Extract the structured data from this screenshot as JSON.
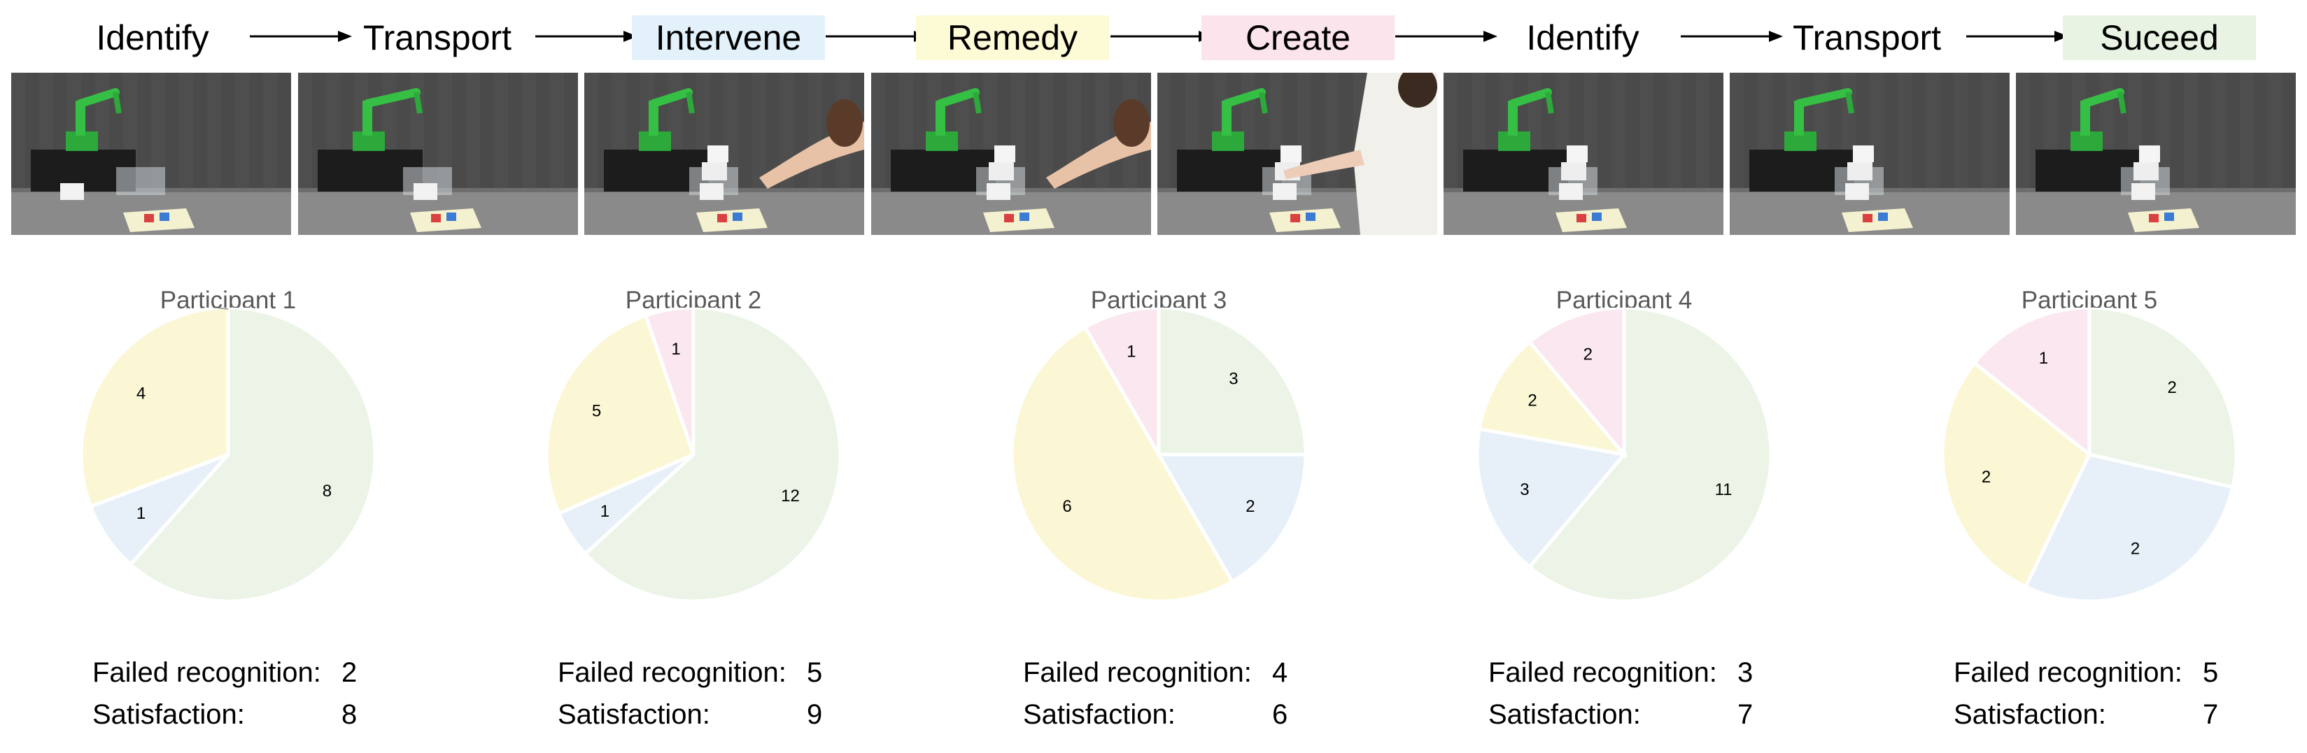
{
  "steps": [
    {
      "label": "Identify",
      "highlight": ""
    },
    {
      "label": "Transport",
      "highlight": ""
    },
    {
      "label": "Intervene",
      "highlight": "#e3f1fb"
    },
    {
      "label": "Remedy",
      "highlight": "#fdfad6"
    },
    {
      "label": "Create",
      "highlight": "#fbe4ec"
    },
    {
      "label": "Identify",
      "highlight": ""
    },
    {
      "label": "Transport",
      "highlight": ""
    },
    {
      "label": "Suceed",
      "highlight": "#e8f3e3"
    }
  ],
  "frames": [
    {
      "scene": "robot-arm-idle-with-block"
    },
    {
      "scene": "robot-arm-gripping-block"
    },
    {
      "scene": "child-hand-intervening"
    },
    {
      "scene": "child-hand-remedying"
    },
    {
      "scene": "adult-creating-structure"
    },
    {
      "scene": "robot-arm-identifying"
    },
    {
      "scene": "robot-arm-transporting"
    },
    {
      "scene": "robot-arm-placing-block"
    }
  ],
  "colors": {
    "success": "#ebf4e6",
    "intervene": "#e7f0f8",
    "remedy": "#fbf7d5",
    "create": "#fbe7ef",
    "title": "#595959"
  },
  "chart_data": [
    {
      "type": "pie",
      "title": "Participant 1",
      "slices": [
        {
          "category": "success",
          "value": 8
        },
        {
          "category": "intervene",
          "value": 1
        },
        {
          "category": "remedy",
          "value": 4
        },
        {
          "category": "create",
          "value": 0
        }
      ],
      "stats": {
        "failed_label": "Failed recognition:",
        "failed_value": "2",
        "satisfaction_label": "Satisfaction:",
        "satisfaction_value": "8"
      }
    },
    {
      "type": "pie",
      "title": "Participant 2",
      "slices": [
        {
          "category": "success",
          "value": 12
        },
        {
          "category": "intervene",
          "value": 1
        },
        {
          "category": "remedy",
          "value": 5
        },
        {
          "category": "create",
          "value": 1
        }
      ],
      "stats": {
        "failed_label": "Failed recognition:",
        "failed_value": "5",
        "satisfaction_label": "Satisfaction:",
        "satisfaction_value": "9"
      }
    },
    {
      "type": "pie",
      "title": "Participant 3",
      "slices": [
        {
          "category": "success",
          "value": 3
        },
        {
          "category": "intervene",
          "value": 2
        },
        {
          "category": "remedy",
          "value": 6
        },
        {
          "category": "create",
          "value": 1
        }
      ],
      "stats": {
        "failed_label": "Failed recognition:",
        "failed_value": "4",
        "satisfaction_label": "Satisfaction:",
        "satisfaction_value": "6"
      }
    },
    {
      "type": "pie",
      "title": "Participant 4",
      "slices": [
        {
          "category": "success",
          "value": 11
        },
        {
          "category": "intervene",
          "value": 3
        },
        {
          "category": "remedy",
          "value": 2
        },
        {
          "category": "create",
          "value": 2
        }
      ],
      "stats": {
        "failed_label": "Failed recognition:",
        "failed_value": "3",
        "satisfaction_label": "Satisfaction:",
        "satisfaction_value": "7"
      }
    },
    {
      "type": "pie",
      "title": "Participant 5",
      "slices": [
        {
          "category": "success",
          "value": 2
        },
        {
          "category": "intervene",
          "value": 2
        },
        {
          "category": "remedy",
          "value": 2
        },
        {
          "category": "create",
          "value": 1
        }
      ],
      "stats": {
        "failed_label": "Failed recognition:",
        "failed_value": "5",
        "satisfaction_label": "Satisfaction:",
        "satisfaction_value": "7"
      }
    }
  ]
}
